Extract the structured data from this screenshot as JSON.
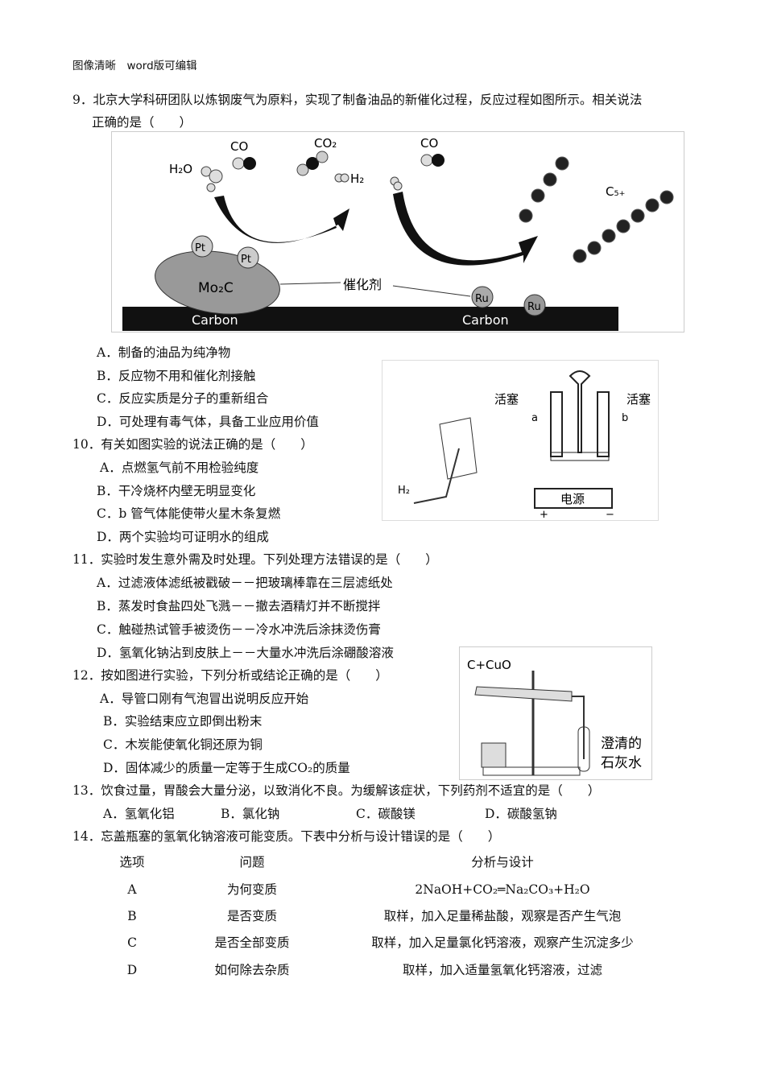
{
  "header": "图像清晰　word版可编辑",
  "q9": {
    "stem1": "9．北京大学科研团队以炼钢废气为原料，实现了制备油品的新催化过程，反应过程如图所示。相关说法",
    "stem2": "正确的是（　　）",
    "figure": {
      "h2o": "H₂O",
      "co1": "CO",
      "co2": "CO₂",
      "h2": "H₂",
      "co3": "CO",
      "c5": "C₅₊",
      "pt1": "Pt",
      "pt2": "Pt",
      "mo2c": "Mo₂C",
      "catalyst": "催化剂",
      "ru1": "Ru",
      "ru2": "Ru",
      "carbon1": "Carbon",
      "carbon2": "Carbon"
    },
    "options": [
      "A．制备的油品为纯净物",
      "B．反应物不用和催化剂接触",
      "C．反应实质是分子的重新组合",
      "D．可处理有毒气体，具备工业应用价值"
    ]
  },
  "q10": {
    "stem": "10．有关如图实验的说法正确的是（　　）",
    "figure": {
      "valve_left": "活塞",
      "valve_right": "活塞",
      "a": "a",
      "b": "b",
      "h2": "H₂",
      "power": "电源",
      "plus": "+",
      "minus": "−"
    },
    "options": [
      "A．点燃氢气前不用检验纯度",
      "B．干冷烧杯内壁无明显变化",
      "C．b 管气体能使带火星木条复燃",
      "D．两个实验均可证明水的组成"
    ]
  },
  "q11": {
    "stem": "11．实验时发生意外需及时处理。下列处理方法错误的是（　　）",
    "options": [
      "A．过滤液体滤纸被戳破－－把玻璃棒靠在三层滤纸处",
      "B．蒸发时食盐四处飞溅－－撤去酒精灯并不断搅拌",
      "C．触碰热试管手被烫伤－－冷水冲洗后涂抹烫伤膏",
      "D．氢氧化钠沾到皮肤上－－大量水冲洗后涂硼酸溶液"
    ]
  },
  "q12": {
    "stem": "12．按如图进行实验，下列分析或结论正确的是（　　）",
    "figure": {
      "label": "C+CuO",
      "limewater1": "澄清的",
      "limewater2": "石灰水"
    },
    "options": [
      "A．导管口刚有气泡冒出说明反应开始",
      "B．实验结束应立即倒出粉末",
      "C．木炭能使氧化铜还原为铜",
      "D．固体减少的质量一定等于生成CO₂的质量"
    ]
  },
  "q13": {
    "stem": "13．饮食过量，胃酸会大量分泌，以致消化不良。为缓解该症状，下列药剂不适宜的是（　　）",
    "options": [
      "A．氢氧化铝",
      "B．氯化钠",
      "C．碳酸镁",
      "D．碳酸氢钠"
    ]
  },
  "q14": {
    "stem": "14．忘盖瓶塞的氢氧化钠溶液可能变质。下表中分析与设计错误的是（　　）",
    "table": {
      "headers": [
        "选项",
        "问题",
        "分析与设计"
      ],
      "rows": [
        [
          "A",
          "为何变质",
          "2NaOH+CO₂═Na₂CO₃+H₂O"
        ],
        [
          "B",
          "是否变质",
          "取样，加入足量稀盐酸，观察是否产生气泡"
        ],
        [
          "C",
          "是否全部变质",
          "取样，加入足量氯化钙溶液，观察产生沉淀多少"
        ],
        [
          "D",
          "如何除去杂质",
          "取样，加入适量氢氧化钙溶液，过滤"
        ]
      ]
    }
  }
}
